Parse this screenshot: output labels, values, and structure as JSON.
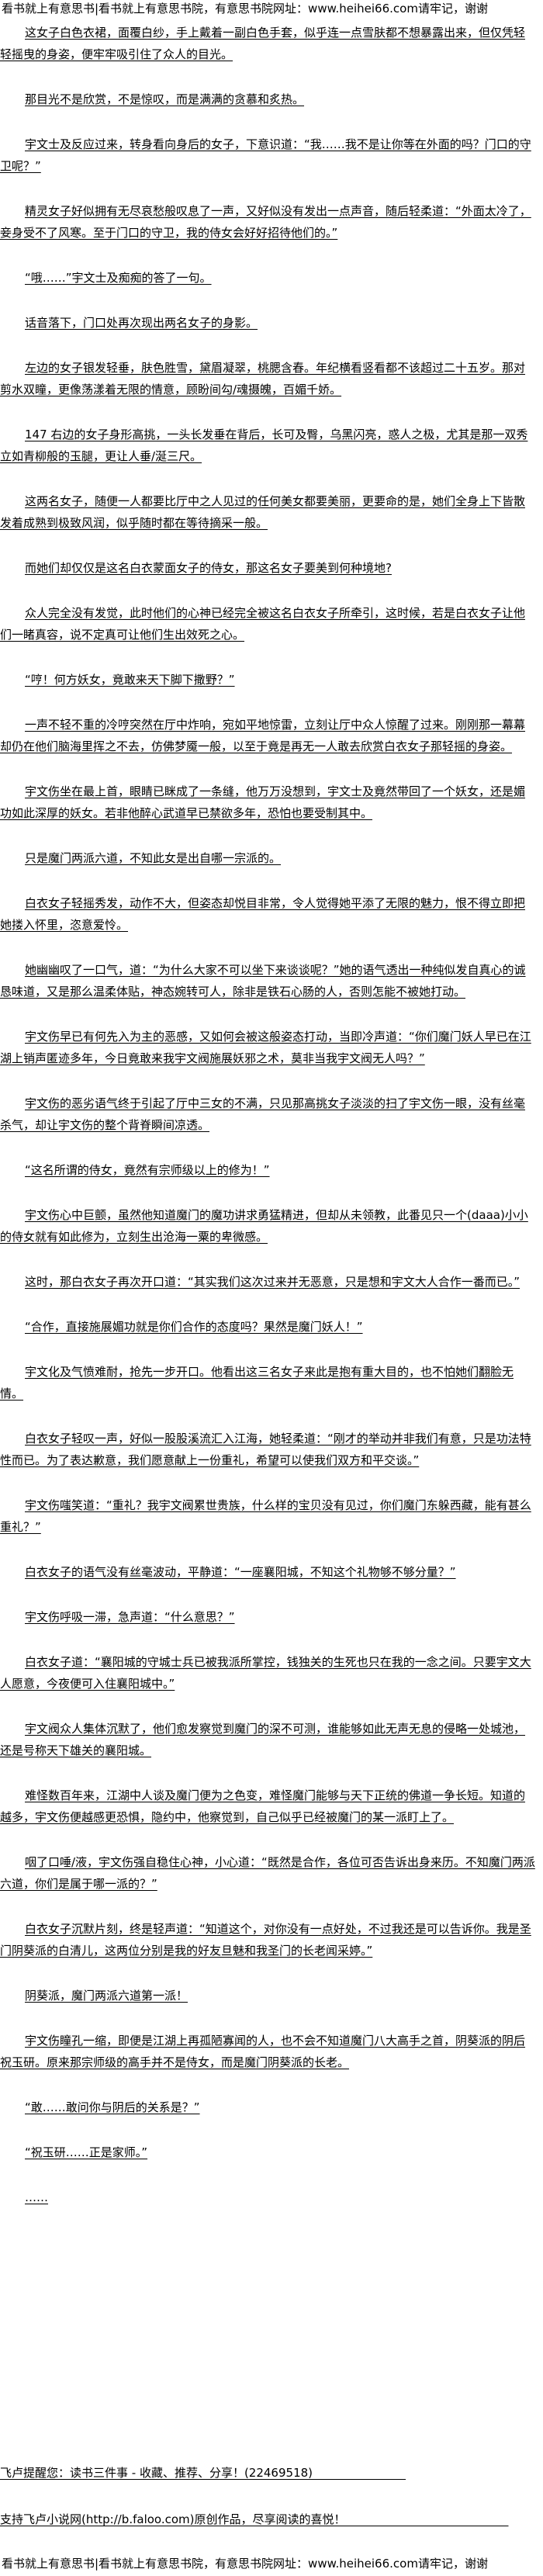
{
  "site_banner": "看书就上有意思书|看书就上有意思书院，有意思书院网址：www.heihei66.com请牢记，谢谢",
  "paragraphs": [
    "这女子白色衣裙，面覆白纱，手上戴着一副白色手套，似乎连一点雪肤都不想暴露出来，但仅凭轻轻摇曳的身姿，便牢牢吸引住了众人的目光。",
    "那目光不是欣赏，不是惊叹，而是满满的贪慕和炙热。",
    "宇文士及反应过来，转身看向身后的女子，下意识道：“我……我不是让你等在外面的吗？门口的守卫呢？”",
    "精灵女子好似拥有无尽哀愁般叹息了一声，又好似没有发出一点声音，随后轻柔道：“外面太冷了，妾身受不了风寒。至于门口的守卫，我的侍女会好好招待他们的。”",
    "“哦……”宇文士及痴痴的答了一句。",
    "话音落下，门口处再次现出两名女子的身影。",
    "左边的女子银发轻垂，肤色胜雪，黛眉凝翠，桃腮含春。年纪横看竖看都不该超过二十五岁。那对剪水双瞳，更像荡漾着无限的情意，顾盼间勾/魂摄魄，百媚千娇。",
    "147 右边的女子身形高挑，一头长发垂在背后，长可及臀，乌黑闪亮，惑人之极，尤其是那一双秀立如青柳般的玉腿，更让人垂/涎三尺。",
    "这两名女子，随便一人都要比厅中之人见过的任何美女都要美丽，更要命的是，她们全身上下皆散发着成熟到极致风润，似乎随时都在等待摘采一般。",
    "而她们却仅仅是这名白衣蒙面女子的侍女，那这名女子要美到何种境地?",
    "众人完全没有发觉，此时他们的心神已经完全被这名白衣女子所牵引，这时候，若是白衣女子让他们一睹真容，说不定真可让他们生出效死之心。",
    "“哼！何方妖女，竟敢来天下脚下撒野？”",
    "一声不轻不重的冷哼突然在厅中炸响，宛如平地惊雷，立刻让厅中众人惊醒了过来。刚刚那一幕幕却仍在他们脑海里挥之不去，仿佛梦魇一般，以至于竟是再无一人敢去欣赏白衣女子那轻摇的身姿。",
    "宇文伤坐在最上首，眼睛已眯成了一条缝，他万万没想到，宇文士及竟然带回了一个妖女，还是媚功如此深厚的妖女。若非他醉心武道早已禁欲多年，恐怕也要受制其中。",
    "只是魔门两派六道，不知此女是出自哪一宗派的。",
    "白衣女子轻摇秀发，动作不大，但姿态却悦目非常，令人觉得她平添了无限的魅力，恨不得立即把她搂入怀里，恣意爱怜。",
    "她幽幽叹了一口气，道：“为什么大家不可以坐下来谈谈呢？”她的语气透出一种纯似发自真心的诚恳味道，又是那么温柔体贴，神态婉转可人，除非是铁石心肠的人，否则怎能不被她打动。",
    "宇文伤早已有何先入为主的恶感，又如何会被这般姿态打动，当即冷声道：“你们魔门妖人早已在江湖上销声匿迹多年，今日竟敢来我宇文阀施展妖邪之术，莫非当我宇文阀无人吗？”",
    "宇文伤的恶劣语气终于引起了厅中三女的不满，只见那高挑女子淡淡的扫了宇文伤一眼，没有丝毫杀气，却让宇文伤的整个背脊瞬间凉透。",
    "“这名所谓的侍女，竟然有宗师级以上的修为！”",
    "宇文伤心中巨颤，虽然他知道魔门的魔功讲求勇猛精进，但却从未领教，此番见只一个(daaa)小小的侍女就有如此修为，立刻生出沧海一粟的卑微感。",
    "这时，那白衣女子再次开口道：“其实我们这次过来并无恶意，只是想和宇文大人合作一番而已。”",
    "“合作，直接施展媚功就是你们合作的态度吗？果然是魔门妖人！”",
    "宇文化及气愤难耐，抢先一步开口。他看出这三名女子来此是抱有重大目的，也不怕她们翻脸无情。",
    "白衣女子轻叹一声，好似一股股溪流汇入江海，她轻柔道：“刚才的举动并非我们有意，只是功法特性而已。为了表达歉意，我们愿意献上一份重礼，希望可以使我们双方和平交谈。”",
    "宇文伤嗤笑道：“重礼？我宇文阀累世贵族，什么样的宝贝没有见过，你们魔门东躲西藏，能有甚么重礼？”",
    "白衣女子的语气没有丝毫波动，平静道：“一座襄阳城，不知这个礼物够不够分量？”",
    "宇文伤呼吸一滞，急声道：“什么意思？”",
    "白衣女子道：“襄阳城的守城士兵已被我派所掌控，钱独关的生死也只在我的一念之间。只要宇文大人愿意，今夜便可入住襄阳城中。”",
    "宇文阀众人集体沉默了，他们愈发察觉到魔门的深不可测，谁能够如此无声无息的侵略一处城池，还是号称天下雄关的襄阳城。",
    "难怪数百年来，江湖中人谈及魔门便为之色变，难怪魔门能够与天下正统的佛道一争长短。知道的越多，宇文伤便越感更恐惧，隐约中，他察觉到，自己似乎已经被魔门的某一派盯上了。",
    "咽了口唾/液，宇文伤强自稳住心神，小心道：“既然是合作，各位可否告诉出身来历。不知魔门两派六道，你们是属于哪一派的？”",
    "白衣女子沉默片刻，终是轻声道：“知道这个，对你没有一点好处，不过我还是可以告诉你。我是圣门阴葵派的白清儿，这两位分别是我的好友旦魅和我圣门的长老闻采婷。”",
    "阴葵派，魔门两派六道第一派！",
    "宇文伤瞳孔一缩，即便是江湖上再孤陋寡闻的人，也不会不知道魔门八大高手之首，阴葵派的阴后祝玉研。原来那宗师级的高手并不是侍女，而是魔门阴葵派的长老。",
    "“敢……敢问你与阴后的关系是？”",
    "“祝玉研……正是家师。”",
    "……"
  ],
  "footer": {
    "reminder": "飞卢提醒您：读书三件事 - 收藏、推荐、分享！(22469518)　　　　　　　　",
    "support": "支持飞卢小说网(http://b.faloo.com)原创作品，尽享阅读的喜悦！　　　　　　　　　　　　　　"
  }
}
